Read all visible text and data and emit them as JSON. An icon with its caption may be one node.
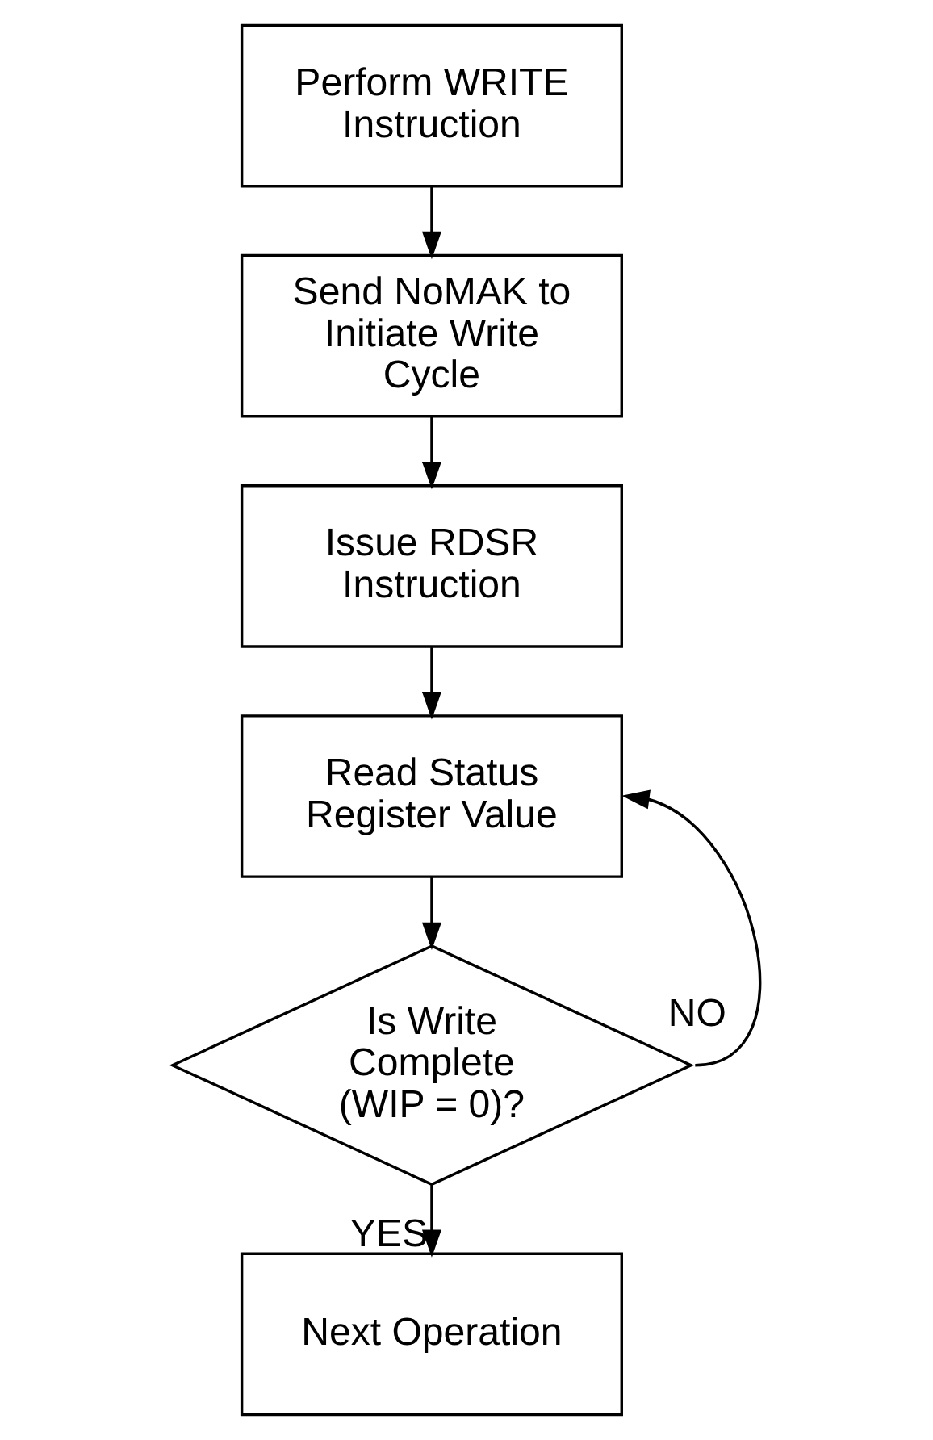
{
  "diagram": {
    "nodes": [
      {
        "text": [
          "Perform WRITE Instruction"
        ]
      },
      {
        "text": [
          "Send NoMAK to Initiate Write Cycle"
        ]
      },
      {
        "text": [
          "Issue RDSR Instruction"
        ]
      },
      {
        "text": [
          "Read Status Register Value"
        ]
      },
      {
        "text": [
          "Is Write Complete (WIP = 0)?"
        ]
      },
      {
        "text": [
          "Next Operation"
        ]
      }
    ],
    "edges": [
      {
        "from": 0,
        "to": 1,
        "arrow": "to"
      },
      {
        "from": 1,
        "to": 2,
        "arrow": "to"
      },
      {
        "from": 2,
        "to": 3,
        "arrow": "to"
      },
      {
        "from": 3,
        "to": 4,
        "arrow": "to"
      },
      {
        "from": 4,
        "to": 3,
        "arrow": "to",
        "label": "NO"
      },
      {
        "from": 4,
        "to": 5,
        "arrow": "to",
        "label": "YES"
      }
    ]
  }
}
